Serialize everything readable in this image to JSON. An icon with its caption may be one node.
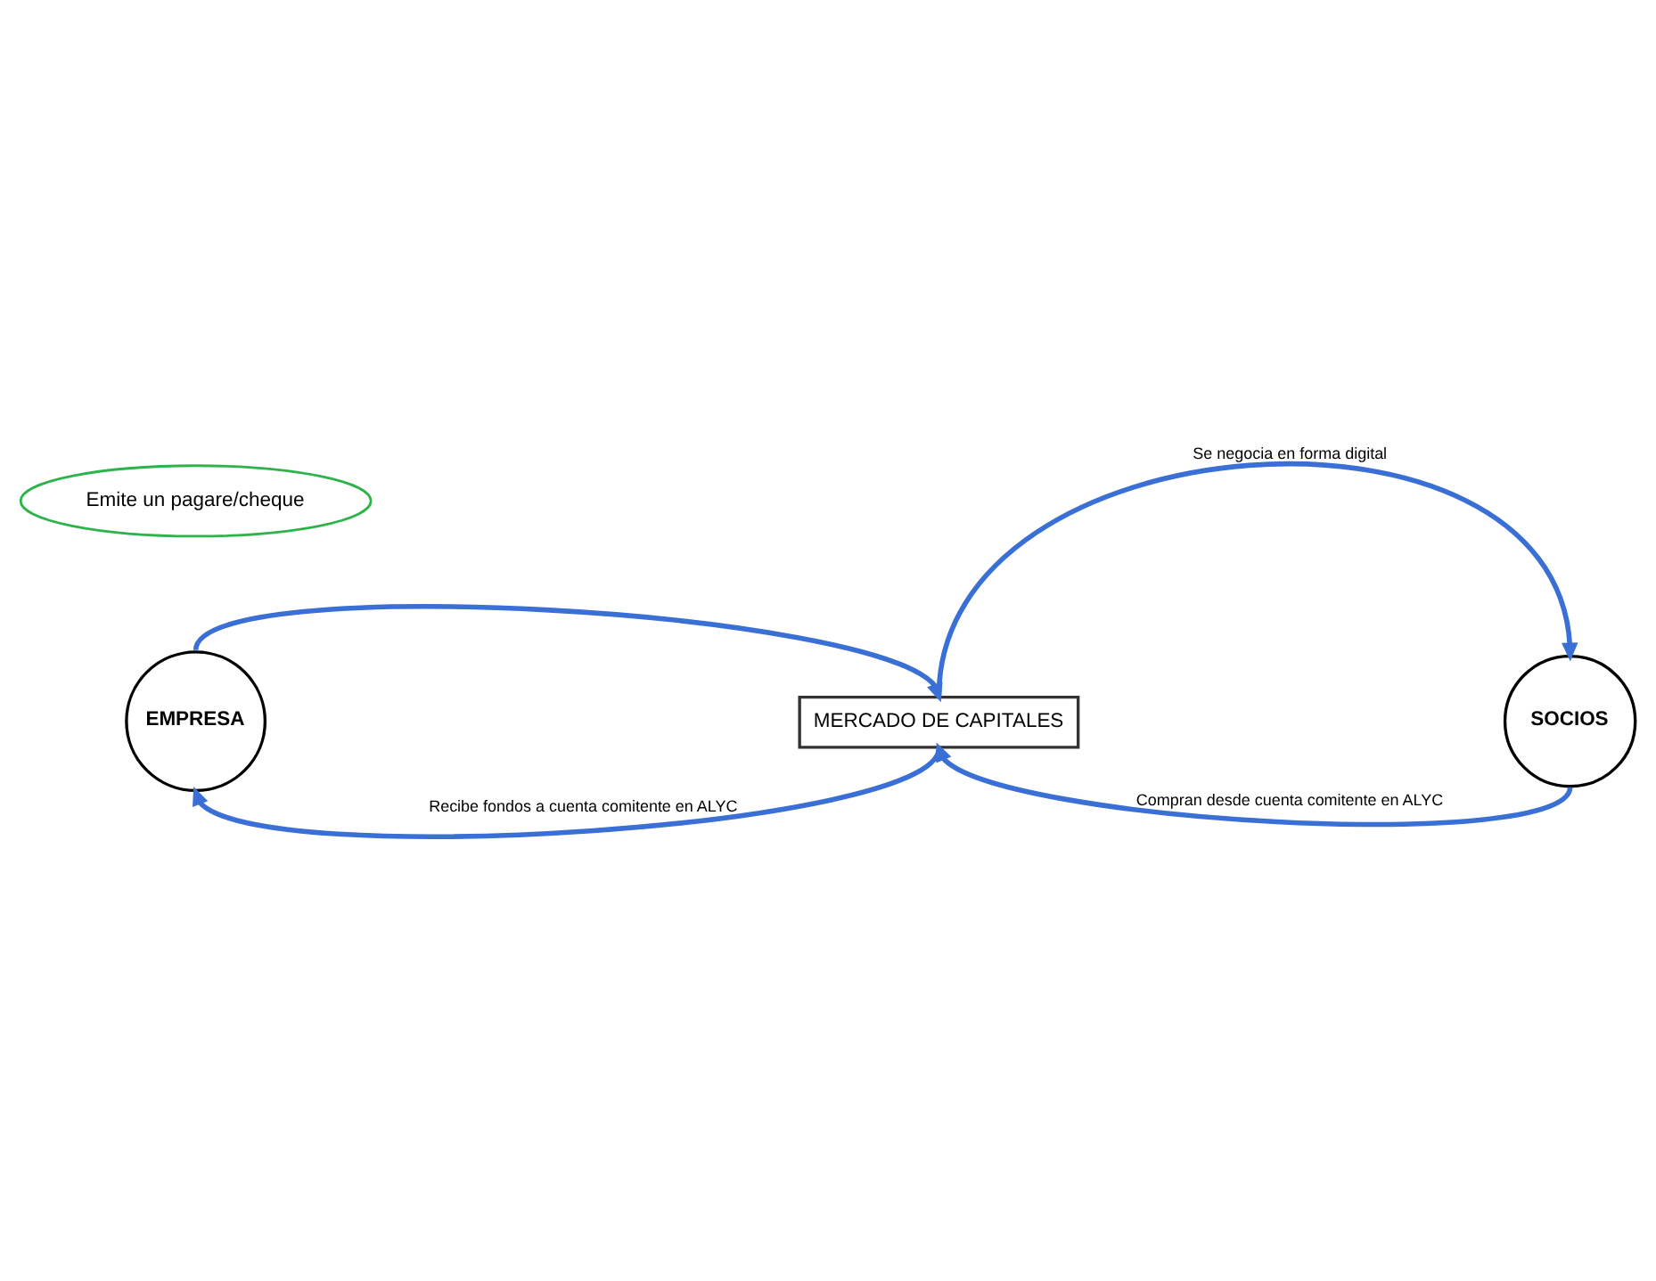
{
  "diagram": {
    "nodes": [
      {
        "text": [
          "Emite un pagare/cheque"
        ]
      },
      {
        "text": [
          "EMPRESA"
        ]
      },
      {
        "text": [
          "MERCADO DE CAPITALES"
        ]
      },
      {
        "text": [
          "SOCIOS"
        ]
      }
    ],
    "edges": [
      {
        "from": 1,
        "to": 2,
        "arrow": "to"
      },
      {
        "from": 2,
        "to": 3,
        "arrow": "to",
        "label": "Se negocia en forma digital"
      },
      {
        "from": 3,
        "to": 2,
        "arrow": "to",
        "label": "Compran desde cuenta comitente en ALYC"
      },
      {
        "from": 2,
        "to": 1,
        "arrow": "to",
        "label": "Recibe fondos a cuenta comitente en ALYC"
      }
    ]
  }
}
